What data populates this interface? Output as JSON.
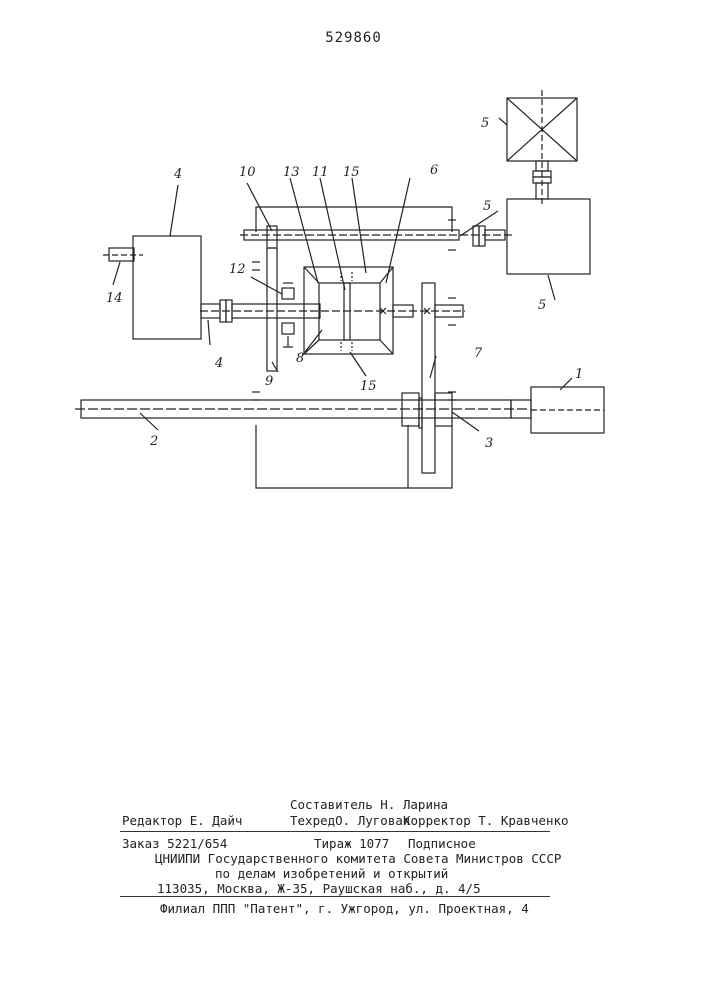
{
  "document": {
    "number": "529860"
  },
  "figure": {
    "labels": [
      {
        "id": "label-1",
        "text": "1"
      },
      {
        "id": "label-2",
        "text": "2"
      },
      {
        "id": "label-3",
        "text": "3"
      },
      {
        "id": "label-4a",
        "text": "4"
      },
      {
        "id": "label-4b",
        "text": "4"
      },
      {
        "id": "label-5a",
        "text": "5"
      },
      {
        "id": "label-5b",
        "text": "5"
      },
      {
        "id": "label-5c",
        "text": "5"
      },
      {
        "id": "label-6",
        "text": "6"
      },
      {
        "id": "label-7",
        "text": "7"
      },
      {
        "id": "label-8",
        "text": "8"
      },
      {
        "id": "label-9",
        "text": "9"
      },
      {
        "id": "label-10",
        "text": "10"
      },
      {
        "id": "label-11",
        "text": "11"
      },
      {
        "id": "label-12",
        "text": "12"
      },
      {
        "id": "label-13",
        "text": "13"
      },
      {
        "id": "label-14",
        "text": "14"
      },
      {
        "id": "label-15a",
        "text": "15"
      },
      {
        "id": "label-15b",
        "text": "15"
      }
    ]
  },
  "colophon": {
    "editor": "Редактор Е. Дайч",
    "compiler": "Составитель  Н. Ларина",
    "tech_editor": "ТехредО. Луговая",
    "corrector": "Корректор Т. Кравченко",
    "order": "Заказ 5221/654",
    "circulation": "Тираж 1077",
    "subscription": "Подписное",
    "org_line1": "ЦНИИПИ Государственного комитета Совета Министров СССР",
    "org_line2": "по делам изобретений и открытий",
    "address": "113035, Москва, Ж-35, Раушская наб., д. 4/5",
    "branch": "Филиал ППП \"Патент\", г. Ужгород, ул. Проектная, 4"
  }
}
